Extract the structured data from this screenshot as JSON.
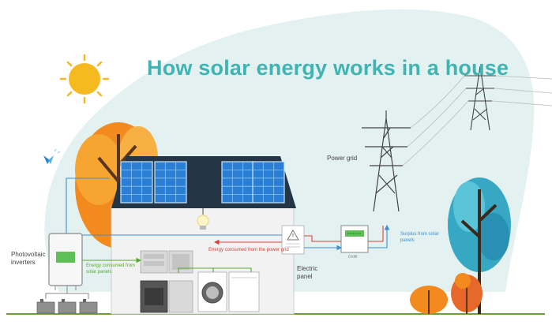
{
  "title": "How solar energy works in a house",
  "labels": {
    "photovoltaic_inverters": "Photovoltaic inverters",
    "power_grid": "Power grid",
    "electric_panel": "Electric panel",
    "energy_from_panels": "Energy consumed from solar panels",
    "energy_from_grid": "Energy consumed from the power grid",
    "surplus": "Surplus from solar panels",
    "meter_reading": "0 kW"
  },
  "colors": {
    "title": "#3fb4b3",
    "background_blob": "#e3f1f1",
    "solar_flow": "#5aa832",
    "grid_flow": "#d9413a",
    "surplus_flow": "#3d8fd1",
    "roof": "#243545",
    "panel": "#2a7fd4",
    "sun": "#f7b920",
    "orange_tree": "#f28a1e",
    "blue_tree": "#37a8c4"
  },
  "icons": {
    "sun": "sun-icon",
    "bird": "bird-icon",
    "bulb": "lightbulb-icon",
    "warning": "warning-icon"
  }
}
